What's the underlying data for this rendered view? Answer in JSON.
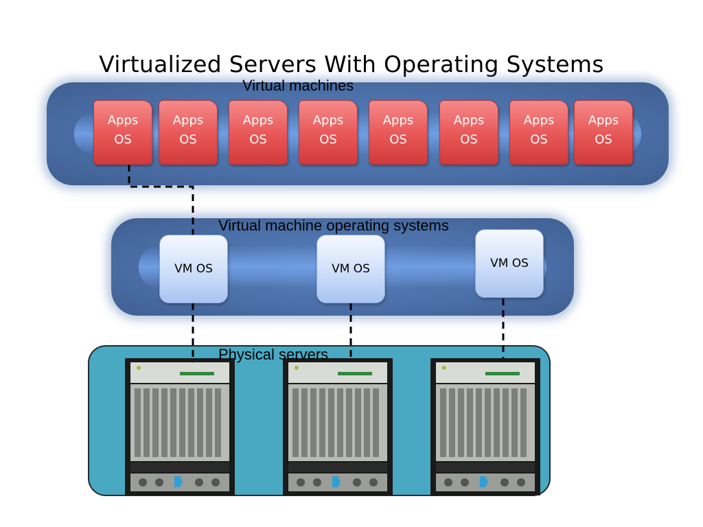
{
  "title": "Virtualized Servers With Operating Systems",
  "labels": {
    "virtual_machines": "Virtual machines",
    "vm_os_layer": "Virtual machine operating systems",
    "physical_servers": "Physical servers"
  },
  "virtual_machines": [
    {
      "apps": "Apps",
      "os": "OS"
    },
    {
      "apps": "Apps",
      "os": "OS"
    },
    {
      "apps": "Apps",
      "os": "OS"
    },
    {
      "apps": "Apps",
      "os": "OS"
    },
    {
      "apps": "Apps",
      "os": "OS"
    },
    {
      "apps": "Apps",
      "os": "OS"
    },
    {
      "apps": "Apps",
      "os": "OS"
    },
    {
      "apps": "Apps",
      "os": "OS"
    }
  ],
  "vm_os": [
    "VM OS",
    "VM OS",
    "VM OS"
  ],
  "colors": {
    "vm_box": "#e85656",
    "band": "#4a6ea6",
    "os_box": "#d6e4fb",
    "physical_panel": "#49a9c3"
  },
  "icons": {
    "server": "rack-server-icon"
  }
}
